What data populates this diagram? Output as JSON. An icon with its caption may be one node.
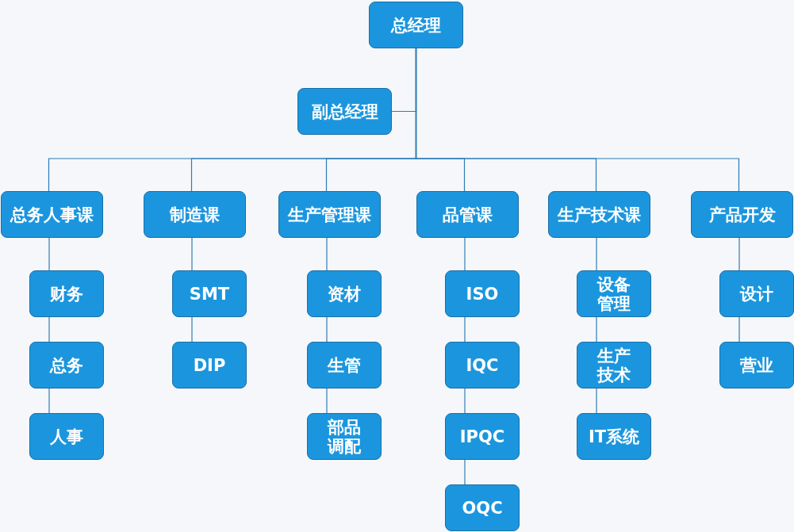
{
  "diagram": {
    "nodes": [
      {
        "text": [
          "总经理"
        ]
      },
      {
        "text": [
          "副总经理"
        ]
      },
      {
        "text": [
          "总务人事课"
        ]
      },
      {
        "text": [
          "制造课"
        ]
      },
      {
        "text": [
          "生产管理课"
        ]
      },
      {
        "text": [
          "品管课"
        ]
      },
      {
        "text": [
          "生产技术课"
        ]
      },
      {
        "text": [
          "产品开发"
        ]
      },
      {
        "text": [
          "财务"
        ]
      },
      {
        "text": [
          "总务"
        ]
      },
      {
        "text": [
          "人事"
        ]
      },
      {
        "text": [
          "SMT"
        ]
      },
      {
        "text": [
          "DIP"
        ]
      },
      {
        "text": [
          "资材"
        ]
      },
      {
        "text": [
          "生管"
        ]
      },
      {
        "text": [
          "部品调配"
        ]
      },
      {
        "text": [
          "ISO"
        ]
      },
      {
        "text": [
          "IQC"
        ]
      },
      {
        "text": [
          "IPQC"
        ]
      },
      {
        "text": [
          "OQC"
        ]
      },
      {
        "text": [
          "设备管理"
        ]
      },
      {
        "text": [
          "生产技术"
        ]
      },
      {
        "text": [
          "IT系统"
        ]
      },
      {
        "text": [
          "设计"
        ]
      },
      {
        "text": [
          "营业"
        ]
      }
    ],
    "edges": [
      {
        "from": 0,
        "to": 1,
        "arrow": "none"
      },
      {
        "from": 0,
        "to": 2,
        "arrow": "none"
      },
      {
        "from": 0,
        "to": 3,
        "arrow": "none"
      },
      {
        "from": 0,
        "to": 4,
        "arrow": "none"
      },
      {
        "from": 0,
        "to": 5,
        "arrow": "none"
      },
      {
        "from": 0,
        "to": 6,
        "arrow": "none"
      },
      {
        "from": 0,
        "to": 7,
        "arrow": "none"
      },
      {
        "from": 2,
        "to": 8,
        "arrow": "none"
      },
      {
        "from": 8,
        "to": 9,
        "arrow": "none"
      },
      {
        "from": 9,
        "to": 10,
        "arrow": "none"
      },
      {
        "from": 3,
        "to": 11,
        "arrow": "none"
      },
      {
        "from": 11,
        "to": 12,
        "arrow": "none"
      },
      {
        "from": 4,
        "to": 13,
        "arrow": "none"
      },
      {
        "from": 13,
        "to": 14,
        "arrow": "none"
      },
      {
        "from": 14,
        "to": 15,
        "arrow": "none"
      },
      {
        "from": 5,
        "to": 16,
        "arrow": "none"
      },
      {
        "from": 16,
        "to": 17,
        "arrow": "none"
      },
      {
        "from": 17,
        "to": 18,
        "arrow": "none"
      },
      {
        "from": 18,
        "to": 19,
        "arrow": "none"
      },
      {
        "from": 6,
        "to": 20,
        "arrow": "none"
      },
      {
        "from": 20,
        "to": 21,
        "arrow": "none"
      },
      {
        "from": 21,
        "to": 22,
        "arrow": "none"
      },
      {
        "from": 7,
        "to": 23,
        "arrow": "none"
      },
      {
        "from": 23,
        "to": 24,
        "arrow": "none"
      }
    ]
  }
}
